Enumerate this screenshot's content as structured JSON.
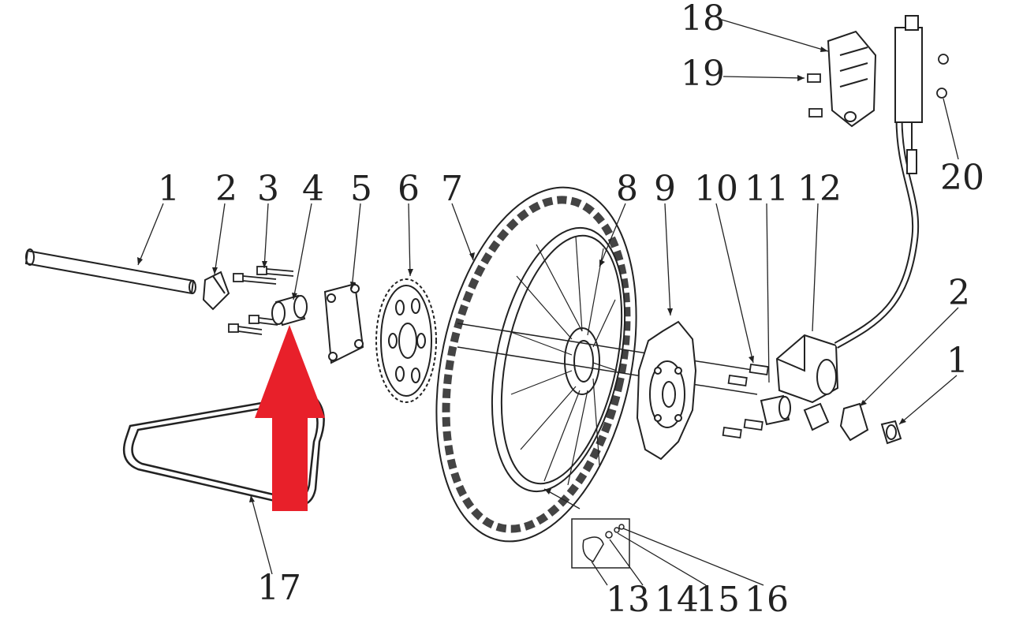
{
  "diagram": {
    "callouts": [
      {
        "id": "1a",
        "label": "1"
      },
      {
        "id": "2a",
        "label": "2"
      },
      {
        "id": "3",
        "label": "3"
      },
      {
        "id": "4",
        "label": "4"
      },
      {
        "id": "5",
        "label": "5"
      },
      {
        "id": "6",
        "label": "6"
      },
      {
        "id": "7",
        "label": "7"
      },
      {
        "id": "8",
        "label": "8"
      },
      {
        "id": "9",
        "label": "9"
      },
      {
        "id": "10",
        "label": "10"
      },
      {
        "id": "11",
        "label": "11"
      },
      {
        "id": "12",
        "label": "12"
      },
      {
        "id": "2b",
        "label": "2"
      },
      {
        "id": "1b",
        "label": "1"
      },
      {
        "id": "13",
        "label": "13"
      },
      {
        "id": "14",
        "label": "14"
      },
      {
        "id": "15",
        "label": "15"
      },
      {
        "id": "16",
        "label": "16"
      },
      {
        "id": "17",
        "label": "17"
      },
      {
        "id": "18",
        "label": "18"
      },
      {
        "id": "19",
        "label": "19"
      },
      {
        "id": "20",
        "label": "20"
      }
    ],
    "highlight_color": "#e8202a",
    "line_color": "#222222"
  }
}
